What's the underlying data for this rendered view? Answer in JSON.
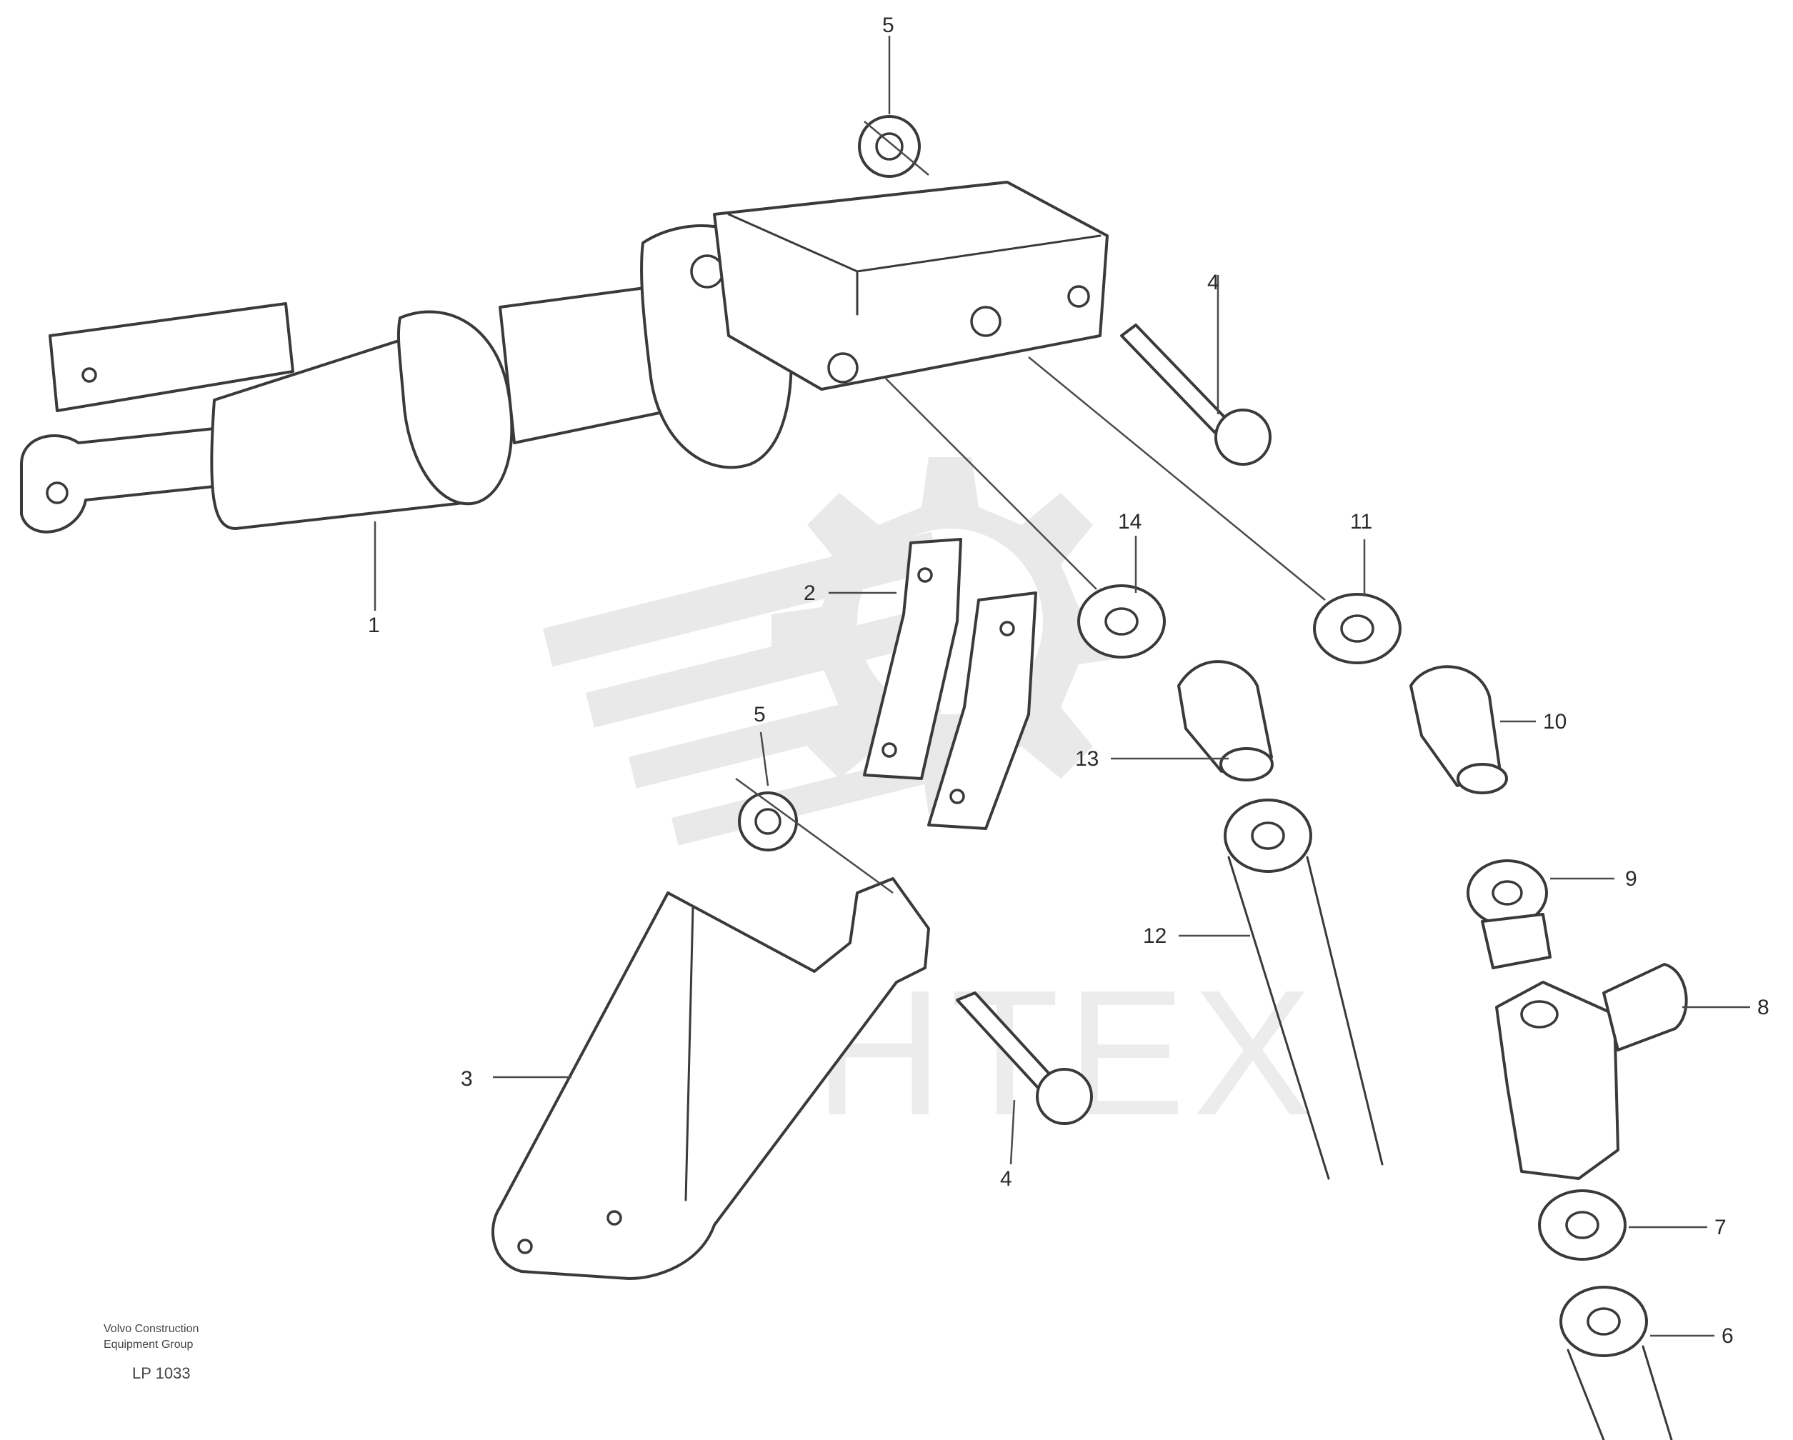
{
  "watermark": {
    "text": "ИНТЕХ",
    "color": "#e9e9e9"
  },
  "callouts": {
    "c1": "1",
    "c2": "2",
    "c3": "3",
    "c4a": "4",
    "c4b": "4",
    "c5a": "5",
    "c5b": "5",
    "c6": "6",
    "c7": "7",
    "c8": "8",
    "c9": "9",
    "c10": "10",
    "c11": "11",
    "c12": "12",
    "c13": "13",
    "c14": "14"
  },
  "footer": {
    "line1": "Volvo Construction",
    "line2": "Equipment Group",
    "code": "LP 1033"
  }
}
